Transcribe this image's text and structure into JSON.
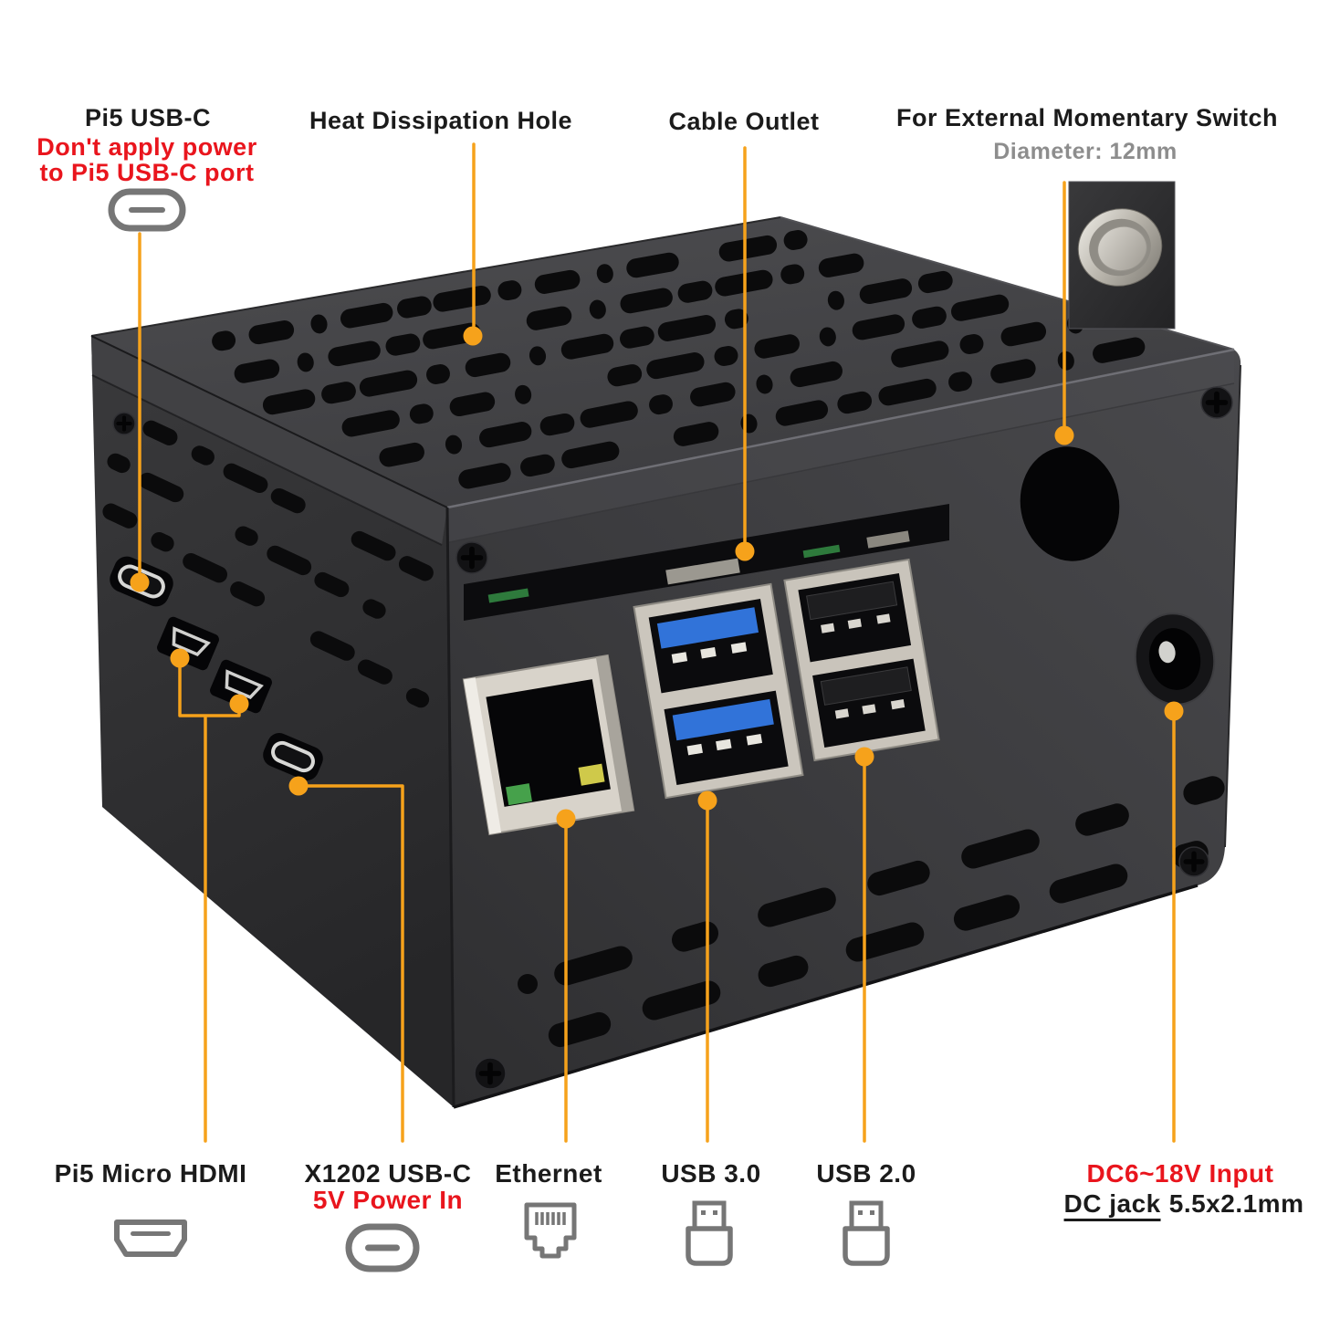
{
  "colors": {
    "accent": "#F6A21B",
    "warning_red": "#E9151D",
    "label_black": "#1B1B1B",
    "muted_gray": "#8D8D8D",
    "icon_gray": "#767676",
    "case_dark": "#333335",
    "usb3_blue": "#3173D9"
  },
  "top_callouts": {
    "pi5_usbc": {
      "label": "Pi5 USB-C",
      "warning_line1": "Don't apply power",
      "warning_line2": "to Pi5 USB-C port",
      "icon": "usb-c-icon"
    },
    "heat_hole": {
      "label": "Heat Dissipation Hole"
    },
    "cable_outlet": {
      "label": "Cable Outlet"
    },
    "momentary_switch": {
      "label": "For External Momentary Switch",
      "diameter": "Diameter: 12mm",
      "inset_icon": "momentary-switch-photo"
    }
  },
  "bottom_callouts": {
    "micro_hdmi": {
      "label": "Pi5 Micro HDMI",
      "icon": "hdmi-icon"
    },
    "x1202_usbc": {
      "label": "X1202 USB-C",
      "sub": "5V Power In",
      "icon": "usb-c-icon"
    },
    "ethernet": {
      "label": "Ethernet",
      "icon": "ethernet-icon"
    },
    "usb3": {
      "label": "USB 3.0",
      "icon": "usb-plug-icon"
    },
    "usb2": {
      "label": "USB 2.0",
      "icon": "usb-plug-icon"
    },
    "dc_input": {
      "label": "DC6~18V Input",
      "jack_name": "DC jack",
      "jack_spec": "5.5x2.1mm"
    }
  }
}
